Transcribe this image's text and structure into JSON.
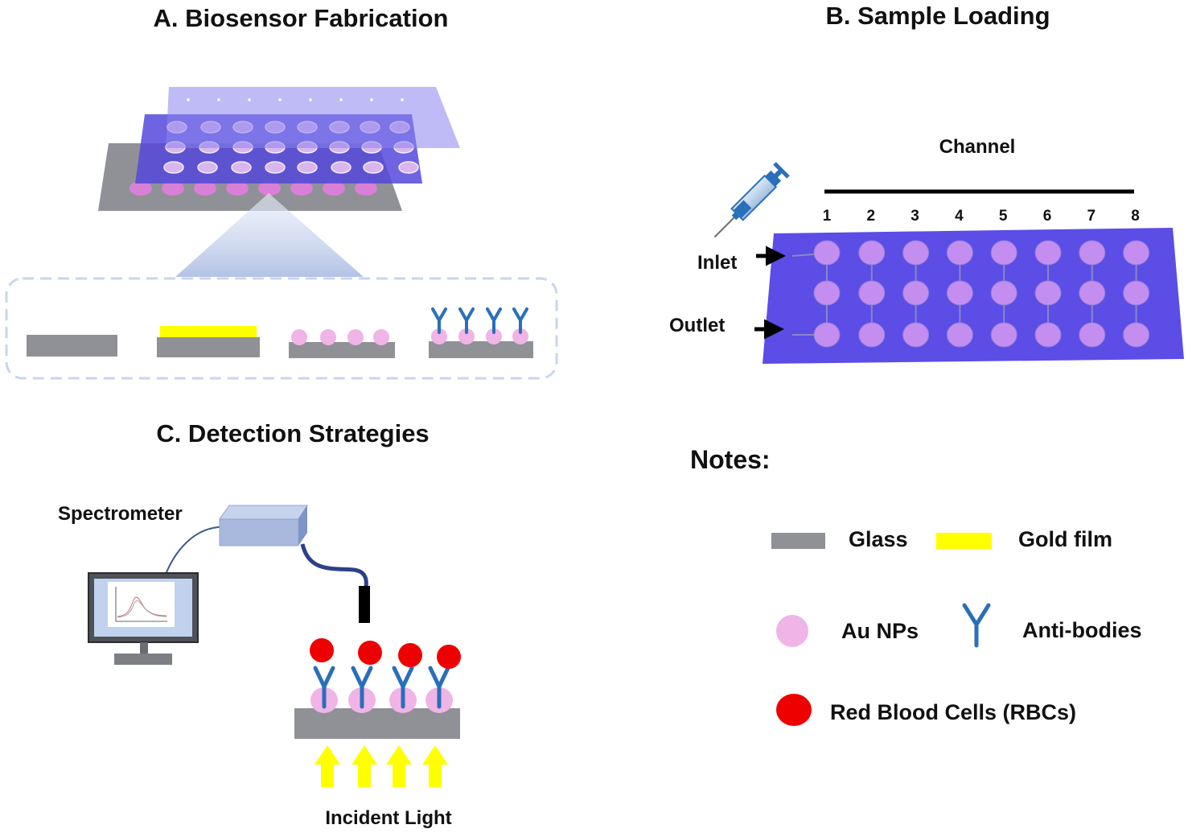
{
  "panels": {
    "a": {
      "title": "A. Biosensor Fabrication"
    },
    "b": {
      "title": "B. Sample Loading",
      "channel_label": "Channel",
      "channel_numbers": [
        "1",
        "2",
        "3",
        "4",
        "5",
        "6",
        "7",
        "8"
      ],
      "inlet_label": "Inlet",
      "outlet_label": "Outlet"
    },
    "c": {
      "title": "C. Detection Strategies",
      "spectrometer_label": "Spectrometer",
      "incident_light_label": "Incident Light"
    }
  },
  "notes": {
    "heading": "Notes:",
    "items": {
      "glass": "Glass",
      "gold_film": "Gold film",
      "au_nps": "Au NPs",
      "antibodies": "Anti-bodies",
      "rbcs": "Red Blood Cells (RBCs)"
    }
  },
  "colors": {
    "glass": "#8f9196",
    "gold": "#ffff00",
    "au_np": "#f0b4e6",
    "antibody": "#2a6fba",
    "rbc": "#ee0000",
    "chip": "#5b4de6",
    "well": "#c48ef0",
    "arrow_light": "#ffff00"
  },
  "icons": {
    "syringe": "syringe-icon",
    "monitor": "monitor-icon",
    "spectrometer": "spectrometer-icon",
    "fiber_probe": "fiber-probe-icon"
  }
}
